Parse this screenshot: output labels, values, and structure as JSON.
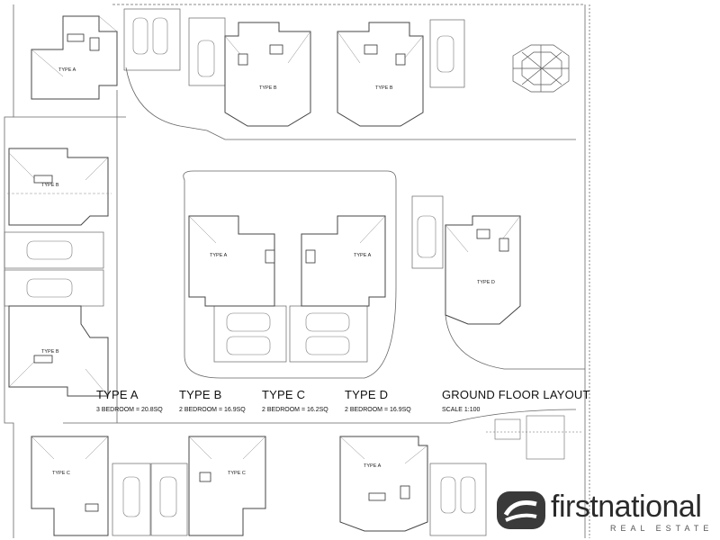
{
  "units": [
    {
      "id": "u1",
      "label": "TYPE A"
    },
    {
      "id": "u2",
      "label": "TYPE B"
    },
    {
      "id": "u3",
      "label": "TYPE B"
    },
    {
      "id": "u4",
      "label": "TYPE B"
    },
    {
      "id": "u5",
      "label": "TYPE B"
    },
    {
      "id": "u6",
      "label": "TYPE A"
    },
    {
      "id": "u7",
      "label": "TYPE A"
    },
    {
      "id": "u8",
      "label": "TYPE D"
    },
    {
      "id": "u9",
      "label": "TYPE C"
    },
    {
      "id": "u10",
      "label": "TYPE C"
    },
    {
      "id": "u11",
      "label": "TYPE A"
    }
  ],
  "legend": [
    {
      "type": "TYPE A",
      "spec": "3 BEDROOM = 20.8SQ"
    },
    {
      "type": "TYPE B",
      "spec": "2 BEDROOM = 16.9SQ"
    },
    {
      "type": "TYPE C",
      "spec": "2 BEDROOM = 16.2SQ"
    },
    {
      "type": "TYPE D",
      "spec": "2 BEDROOM = 16.9SQ"
    }
  ],
  "layout_title": "GROUND FLOOR LAYOUT",
  "scale": "SCALE 1:100",
  "brand": {
    "name": "firstnational",
    "tagline": "REAL ESTATE"
  },
  "colors": {
    "line": "#555555",
    "brand_text": "#2a2a2a"
  }
}
